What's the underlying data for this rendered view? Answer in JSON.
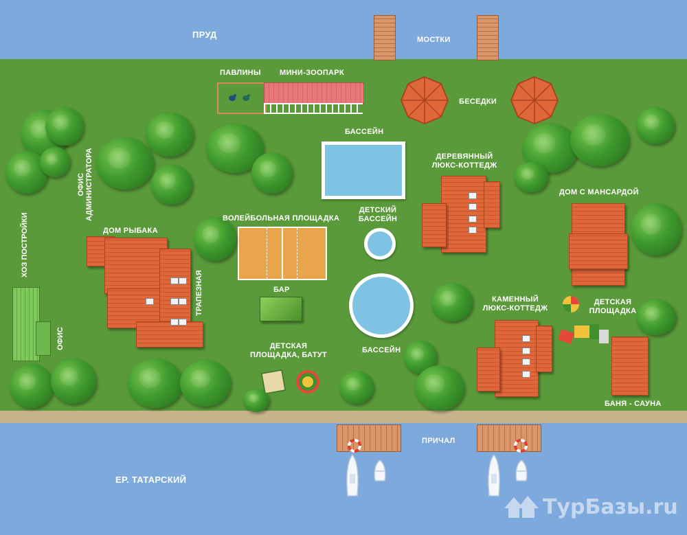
{
  "labels": {
    "pond": "ПРУД",
    "bridges": "МОСТКИ",
    "peacocks": "ПАВЛИНЫ",
    "mini_zoo": "МИНИ-ЗООПАРК",
    "gazebos": "БЕСЕДКИ",
    "pool_top": "БАССЕЙН",
    "wood_cottage_1": "ДЕРЕВЯННЫЙ",
    "wood_cottage_2": "ЛЮКС-КОТТЕДЖ",
    "attic_house": "ДОМ С МАНСАРДОЙ",
    "admin_office_1": "ОФИС",
    "admin_office_2": "АДМИНИСТРАТОРА",
    "fisher_house": "ДОМ РЫБАКА",
    "utility": "ХОЗ ПОСТРОЙКИ",
    "office": "ОФИС",
    "dining": "ТРАПЕЗНАЯ",
    "volleyball": "ВОЛЕЙБОЛЬНАЯ ПЛОЩАДКА",
    "kids_pool_1": "ДЕТСКИЙ",
    "kids_pool_2": "БАССЕЙН",
    "bar": "БАР",
    "stone_cottage_1": "КАМЕННЫЙ",
    "stone_cottage_2": "ЛЮКС-КОТТЕДЖ",
    "playground_1": "ДЕТСКАЯ",
    "playground_2": "ПЛОЩАДКА",
    "kids_trampoline_1": "ДЕТСКАЯ",
    "kids_trampoline_2": "ПЛОЩАДКА, БАТУТ",
    "pool_bottom": "БАССЕЙН",
    "sauna": "БАНЯ - САУНА",
    "pier": "ПРИЧАЛ",
    "river": "ЕР. ТАТАРСКИЙ"
  },
  "watermark": "ТурБазы.ru",
  "colors": {
    "grass": "#5a9a3a",
    "water": "#7ea9dc",
    "roof": "#e0673a",
    "pool": "#7ec3e4",
    "court": "#e8a54c"
  }
}
